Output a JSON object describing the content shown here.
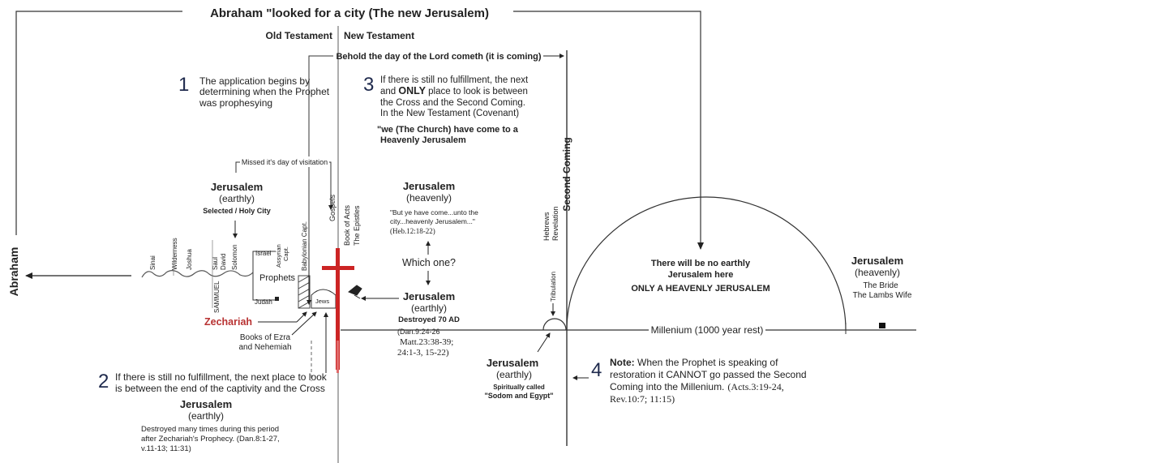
{
  "title": "Abraham \"looked for a city (The new Jerusalem)",
  "abraham_label": "Abraham",
  "testaments": {
    "old": "Old Testament",
    "new": "New Testament"
  },
  "behold": "Behold the day of the Lord cometh (it is coming)",
  "second_coming": "Second Coming",
  "step1": {
    "num": "1",
    "lines": [
      "The application begins by",
      "determining when the Prophet",
      "was prophesying"
    ]
  },
  "step3": {
    "num": "3",
    "line1": "If there is still no fulfillment, the next",
    "line2_pre": "and ",
    "line2_bold": "ONLY",
    "line2_post": " place to look is between",
    "line3": "the Cross and the Second Coming.",
    "line4": "In the New Testament (Covenant)",
    "quote": [
      "\"we (The Church) have come to a",
      "Heavenly Jerusalem"
    ]
  },
  "missed": "Missed it's day of visitation",
  "jerusalem_earthly_left": {
    "name": "Jerusalem",
    "sub": "(earthly)",
    "desc": "Selected / Holy City"
  },
  "timeline_labels": [
    "Sinai",
    "Wilderness",
    "Joshua",
    "Saul",
    "David",
    "Solomon",
    "SAMMUEL"
  ],
  "israel": "Israel",
  "assyrian": [
    "Assyrian",
    "Capt."
  ],
  "babylonian": "Babylonian Capt.",
  "gospels": "Gospels",
  "book_of_acts": "Book of Acts",
  "epistles": "The Epistles",
  "prophets": "Prophets",
  "judah": "Judah",
  "jews": "Jews",
  "zechariah": "Zechariah",
  "ezra": [
    "Books of Ezra",
    "and Nehemiah"
  ],
  "jerusalem_heavenly_mid": {
    "name": "Jerusalem",
    "sub": "(heavenly)",
    "quote": [
      "\"But ye have come...unto the",
      "city...heavenly Jerusalem...\"",
      "(Heb.12:18-22)"
    ]
  },
  "which_one": "Which one?",
  "jerusalem_earthly_mid": {
    "name": "Jerusalem",
    "sub": "(earthly)",
    "desc": "Destroyed 70 AD",
    "refs": [
      "(Dan.9:24-26",
      "Matt.23:38-39;",
      "24:1-3, 15-22)"
    ]
  },
  "hebrews": "Hebrews",
  "revelation": "Revelation",
  "tribulation": "Tribulation",
  "no_earthly": [
    "There will be no earthly",
    "Jerusalem here"
  ],
  "only_heavenly": "ONLY A HEAVENLY JERUSALEM",
  "millenium": "Millenium (1000 year rest)",
  "jerusalem_heavenly_right": {
    "name": "Jerusalem",
    "sub": "(heavenly)",
    "l1": "The Bride",
    "l2": "The Lambs Wife"
  },
  "step2": {
    "num": "2",
    "lines": [
      "If there is still no fulfillment, the next place to look",
      "is between the end of the captivity and the Cross"
    ],
    "jname": "Jerusalem",
    "jsub": "(earthly)",
    "desc": [
      "Destroyed many times during this period",
      "after Zechariah's Prophecy. (Dan.8:1-27,",
      "v.11-13; 11:31)"
    ]
  },
  "jerusalem_sodom": {
    "name": "Jerusalem",
    "sub": "(earthly)",
    "desc": [
      "Spiritually called",
      "\"Sodom and Egypt\""
    ]
  },
  "step4": {
    "num": "4",
    "note_label": "Note:",
    "line1": " When the Prophet is speaking of",
    "line2": "restoration it CANNOT go passed the Second",
    "line3": "Coming into the Millenium.",
    "ref1": "(Acts.3:19-24,",
    "ref2": "Rev.10:7; 11:15)"
  },
  "colors": {
    "cross": "#cc2424",
    "zechariah": "#b83232",
    "number": "#1f2a4d",
    "line": "#333333"
  }
}
